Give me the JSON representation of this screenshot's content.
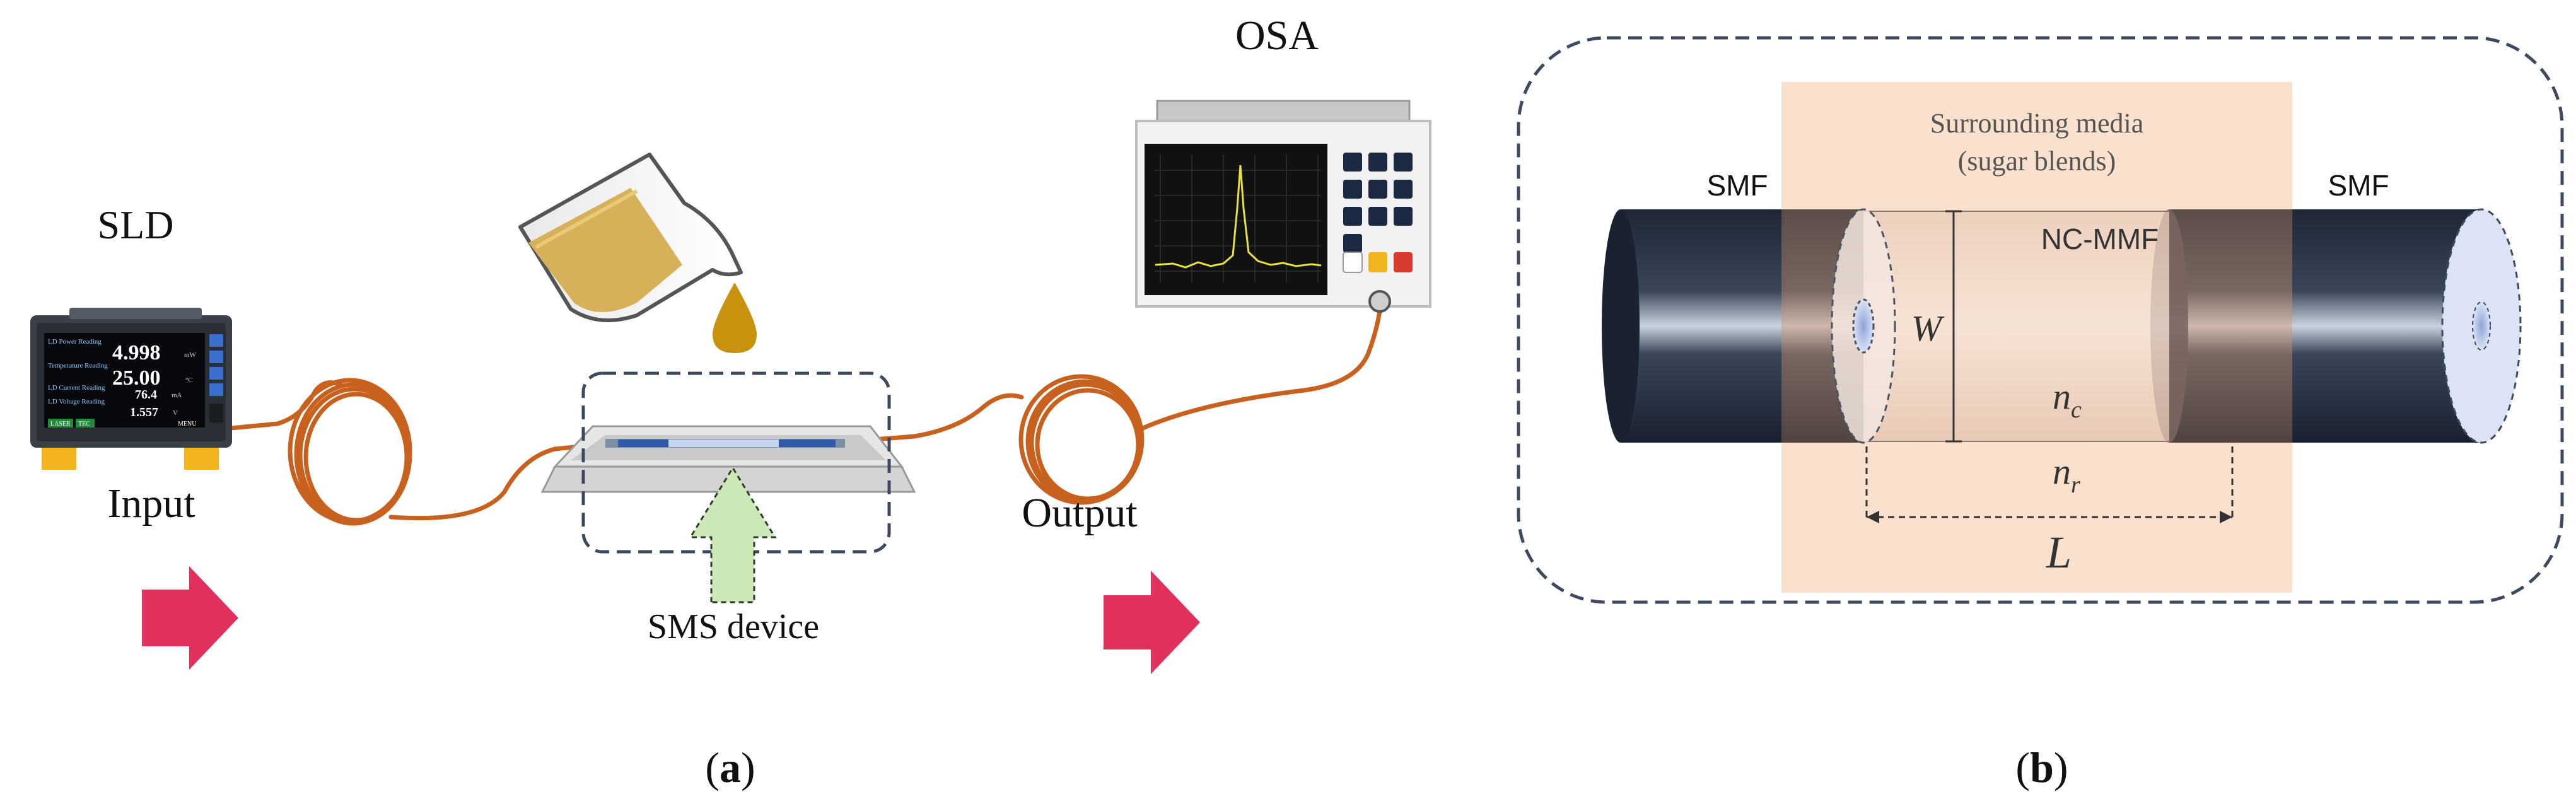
{
  "panel_a": {
    "sld_label": "SLD",
    "osa_label": "OSA",
    "input_label": "Input",
    "output_label": "Output",
    "sms_label": "SMS device",
    "caption": "a",
    "sld_screen": {
      "row1_title": "LD Power Reading",
      "row1_value": "4.998",
      "row1_unit": "mW",
      "row2_title": "Temperature Reading",
      "row2_value": "25.00",
      "row2_unit": "°C",
      "row3_title": "LD Current Reading",
      "row3_value": "76.4",
      "row3_unit": "mA",
      "row4_title": "LD Voltage Reading",
      "row4_value": "1.557",
      "row4_unit": "V",
      "btn_left": "LASER",
      "btn_mid": "TEC",
      "btn_right": "MENU"
    }
  },
  "panel_b": {
    "media_label_1": "Surrounding media",
    "media_label_2": "(sugar blends)",
    "smf_left": "SMF",
    "smf_right": "SMF",
    "mmf_label": "NC-MMF",
    "w_label": "W",
    "nc_base": "n",
    "nc_sub": "c",
    "nr_base": "n",
    "nr_sub": "r",
    "l_label": "L",
    "caption": "b"
  },
  "colors": {
    "fiber": "#c8601e",
    "arrow": "#e0305c",
    "media": "#f8dcc6",
    "dashed_border": "#3c4a60",
    "smf_dark": "#2a3344",
    "sms_arrow": "#cce8b6"
  }
}
